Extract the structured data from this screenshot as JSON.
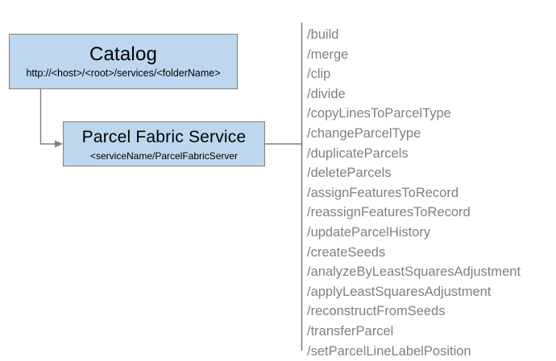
{
  "diagram": {
    "nodes": [
      {
        "name": "catalog",
        "title": "Catalog",
        "subtitle": "http://<host>/<root>/services/<folderName>"
      },
      {
        "name": "parcel-fabric-service",
        "title": "Parcel Fabric Service",
        "subtitle": "<serviceName/ParcelFabricServer"
      }
    ],
    "colors": {
      "node_fill": "#bdd7ee",
      "node_border": "#7f7f7f",
      "connector": "#808080",
      "operation_text": "#808080",
      "background": "#ffffff"
    },
    "operations": [
      "/build",
      "/merge",
      "/clip",
      "/divide",
      "/copyLinesToParcelType",
      "/changeParcelType",
      "/duplicateParcels",
      "/deleteParcels",
      "/assignFeaturesToRecord",
      "/reassignFeaturesToRecord",
      "/updateParcelHistory",
      "/createSeeds",
      "/analyzeByLeastSquaresAdjustment",
      "/applyLeastSquaresAdjustment",
      "/reconstructFromSeeds",
      "/transferParcel",
      "/setParcelLineLabelPosition"
    ]
  }
}
